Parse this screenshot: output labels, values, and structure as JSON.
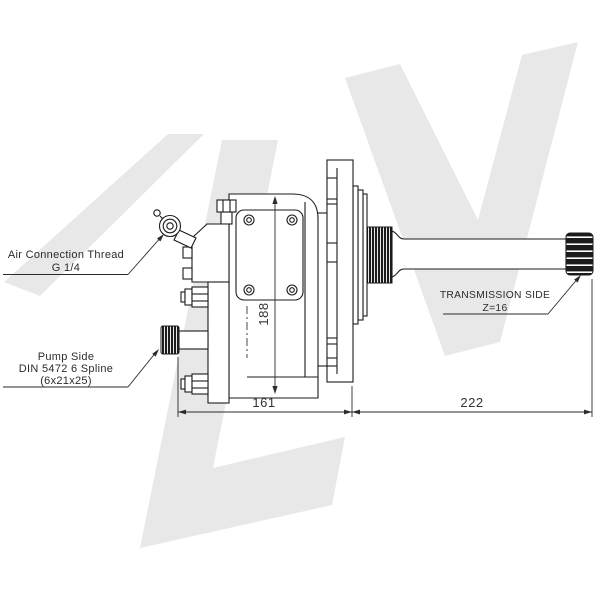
{
  "watermark": {
    "letters": "LV",
    "color": "#e8e8e8"
  },
  "labels": {
    "air_connection": {
      "line1": "Air Connection Thread",
      "line2": "G 1/4"
    },
    "pump_side": {
      "line1": "Pump Side",
      "line2": "DIN 5472 6 Spline",
      "line3": "(6x21x25)"
    },
    "transmission_side": {
      "line1": "TRANSMISSION SIDE",
      "line2": "Z=16"
    }
  },
  "dimensions": {
    "overall_height": "188",
    "body_length": "161",
    "shaft_length": "222"
  },
  "colors": {
    "line": "#1b1b1b",
    "background": "#ffffff",
    "watermark": "#e8e8e8"
  }
}
